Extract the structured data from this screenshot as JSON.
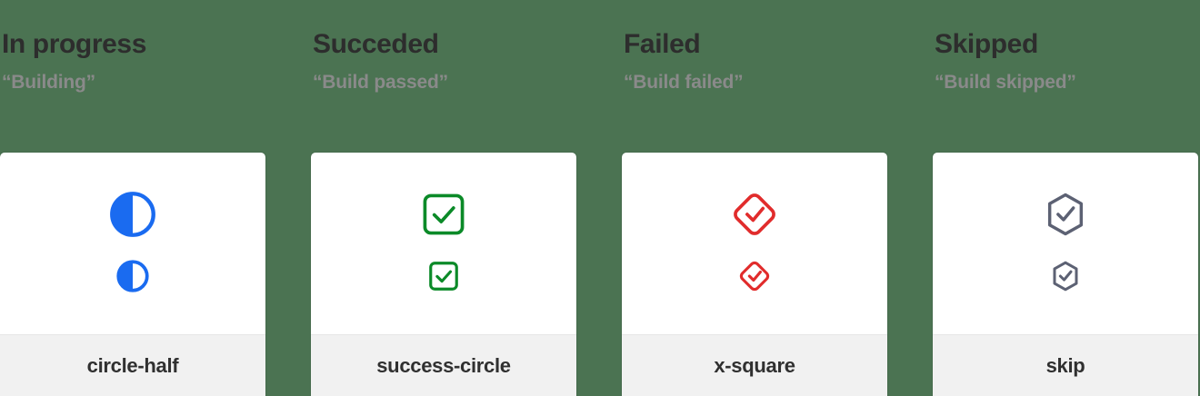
{
  "page": {
    "background_color": "#4b7352",
    "card_background": "#ffffff",
    "footer_background": "#f1f1f1",
    "title_color": "#2d2d2d",
    "subtitle_color": "#8a8a8a"
  },
  "columns": [
    {
      "title": "In progress",
      "subtitle": "“Building”",
      "icon_name": "circle-half-icon",
      "icon_label": "circle-half",
      "icon_color": "#1a6bf0"
    },
    {
      "title": "Succeded",
      "subtitle": "“Build passed”",
      "icon_name": "success-circle-icon",
      "icon_label": "success-circle",
      "icon_color": "#0b8a28"
    },
    {
      "title": "Failed",
      "subtitle": "“Build failed”",
      "icon_name": "x-square-icon",
      "icon_label": "x-square",
      "icon_color": "#e12c2c"
    },
    {
      "title": "Skipped",
      "subtitle": "“Build skipped”",
      "icon_name": "skip-icon",
      "icon_label": "skip",
      "icon_color": "#5c6173"
    }
  ]
}
